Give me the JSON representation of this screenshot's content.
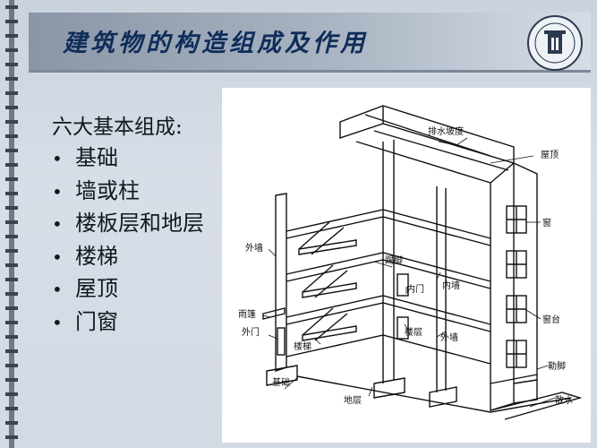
{
  "slide": {
    "title": "建筑物的构造组成及作用",
    "heading": "六大基本组成:",
    "bullet": "•",
    "items": [
      "基础",
      "墙或柱",
      "楼板层和地层",
      "楼梯",
      "屋顶",
      "门窗"
    ]
  },
  "diagram": {
    "labels": {
      "roof_slope": "排水坡度",
      "roof": "屋顶",
      "window": "窗",
      "windowsill": "窗台",
      "plinth": "勒脚",
      "apron": "散水",
      "ground_floor": "地层",
      "foundation": "基础",
      "stairs": "楼梯",
      "outer_door": "外门",
      "canopy": "雨篷",
      "outer_wall_left": "外墙",
      "kick_board": "踢脚",
      "inner_door": "内门",
      "inner_wall": "内墙",
      "floor_slab": "楼层",
      "outer_wall_right": "外墙"
    }
  },
  "colors": {
    "title": "#0f2d5a",
    "text": "#101820",
    "header_band": "#9aa6b5"
  }
}
